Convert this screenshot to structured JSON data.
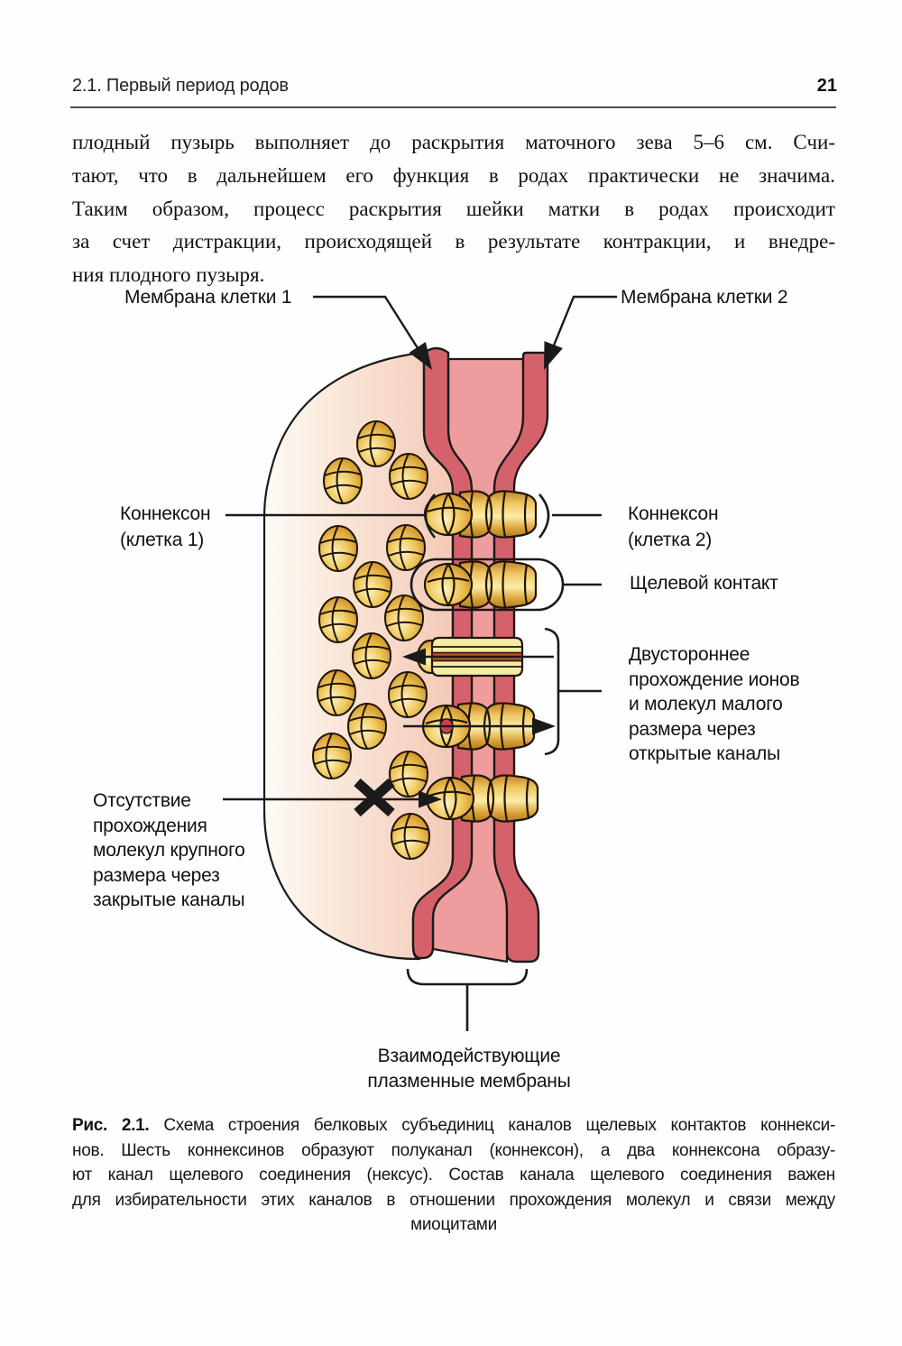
{
  "page_header": {
    "section": "2.1. Первый период родов",
    "page_number": "21"
  },
  "body_text": {
    "lines": [
      "плодный пузырь выполняет до раскрытия маточного зева 5–6 см. Счи-",
      "тают, что в дальнейшем его функция в родах практически не значима.",
      "Таким образом, процесс раскрытия шейки матки в родах происходит",
      "за счет дистракции, происходящей в результате контракции, и внедре-",
      "ния плодного пузыря."
    ]
  },
  "diagram": {
    "labels": {
      "membrane_cell_1": "Мембрана клетки 1",
      "membrane_cell_2": "Мембрана клетки 2",
      "connexon_cell_1_line1": "Коннексон",
      "connexon_cell_1_line2": "(клетка 1)",
      "connexon_cell_2_line1": "Коннексон",
      "connexon_cell_2_line2": "(клетка 2)",
      "gap_junction": "Щелевой контакт",
      "bidirectional_lines": [
        "Двустороннее",
        "прохождение ионов",
        "и молекул малого",
        "размера через",
        "открытые каналы"
      ],
      "no_passage_lines": [
        "Отсутствие",
        "прохождения",
        "молекул крупного",
        "размера через",
        "закрытые каналы"
      ],
      "interacting_membranes_lines": [
        "Взаимодействующие",
        "плазменные мембраны"
      ]
    },
    "colors": {
      "membrane_red": "#d5626b",
      "intercellular_pink": "#ee9c9d",
      "cell_fill_light": "#fdf9f2",
      "cell_fill_shaded": "#f6cfbd",
      "connexon_gold": "#e9bd55",
      "open_channel_yellow": "#f2eda6",
      "ion_stripe_red": "#bc4f2c",
      "outline_black": "#1a1a1a"
    }
  },
  "caption": {
    "figure_label": "Рис. 2.1.",
    "line1_rest": " Схема строения белковых субъединиц каналов щелевых контактов коннекси-",
    "lines_rest": [
      "нов. Шесть коннексинов образуют полуканал (коннексон), а два коннексона образу-",
      "ют канал щелевого соединения (нексус). Состав канала щелевого соединения важен",
      "для избирательности этих каналов в отношении прохождения молекул и связи между",
      "миоцитами"
    ]
  }
}
